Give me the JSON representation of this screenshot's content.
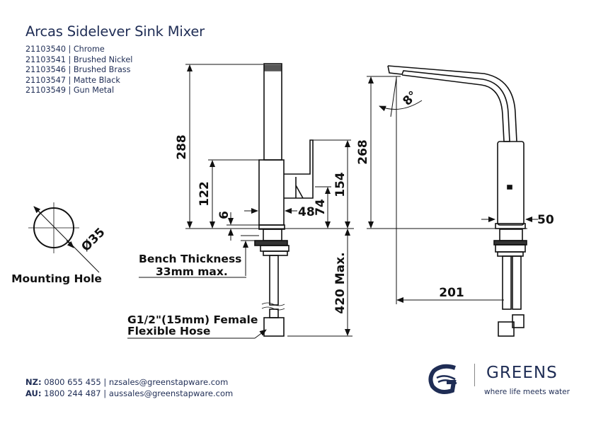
{
  "header": {
    "title": "Arcas Sidelever Sink Mixer",
    "variants": [
      {
        "code": "21103540",
        "finish": "Chrome"
      },
      {
        "code": "21103541",
        "finish": "Brushed Nickel"
      },
      {
        "code": "21103546",
        "finish": "Brushed Brass"
      },
      {
        "code": "21103547",
        "finish": "Matte Black"
      },
      {
        "code": "21103549",
        "finish": "Gun Metal"
      }
    ]
  },
  "drawing": {
    "mounting_hole_label": "Mounting Hole",
    "mounting_hole_dim": "Ø35",
    "dims": {
      "total_height": "288",
      "body_height": "122",
      "lever_height": "154",
      "lever_offset": "74",
      "base_gap": "6",
      "body_width": "48",
      "spout_height": "268",
      "spout_angle": "8°",
      "reach": "201",
      "side_width": "50",
      "below_bench": "420 Max."
    },
    "bench_label_1": "Bench Thickness",
    "bench_label_2": "33mm max.",
    "hose_label_1": "G1/2\"(15mm) Female",
    "hose_label_2": "Flexible Hose"
  },
  "footer": {
    "nz_label": "NZ:",
    "nz_phone": "0800 655 455",
    "nz_email": "nzsales@greenstapware.com",
    "au_label": "AU:",
    "au_phone": "1800 244 487",
    "au_email": "aussales@greenstapware.com",
    "brand": "GREENS",
    "tagline": "where life meets water"
  },
  "colors": {
    "brand_navy": "#1f2d55"
  }
}
